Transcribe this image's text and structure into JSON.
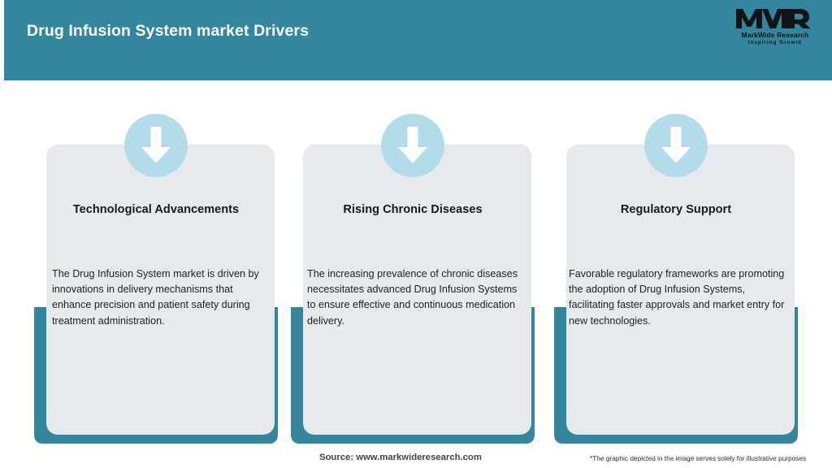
{
  "header": {
    "title": "Drug Infusion System market Drivers",
    "background_color": "#33869e",
    "title_color": "#ffffff"
  },
  "logo": {
    "mark": "MWR",
    "name": "MarkWide Research",
    "tagline": "Inspiring Growth"
  },
  "theme": {
    "teal": "#33869e",
    "card_gray": "#e6eaec",
    "icon_circle": "#b3dcea",
    "arrow": "#ffffff",
    "body_text": "#202326"
  },
  "cards": [
    {
      "icon": "arrow-down-icon",
      "title": "Technological Advancements",
      "body": "The Drug Infusion System market is driven by innovations in delivery mechanisms that enhance precision and patient safety during treatment administration."
    },
    {
      "icon": "arrow-down-icon",
      "title": "Rising Chronic Diseases",
      "body": "The increasing prevalence of chronic diseases necessitates advanced Drug Infusion Systems to ensure effective and continuous medication delivery."
    },
    {
      "icon": "arrow-down-icon",
      "title": "Regulatory Support",
      "body": "Favorable regulatory frameworks are promoting the adoption of Drug Infusion Systems, facilitating faster approvals and market entry for new technologies."
    }
  ],
  "footer": {
    "source": "Source: www.markwideresearch.com",
    "disclaimer": "*The graphic depicted in the image serves solely for illustrative purposes"
  }
}
